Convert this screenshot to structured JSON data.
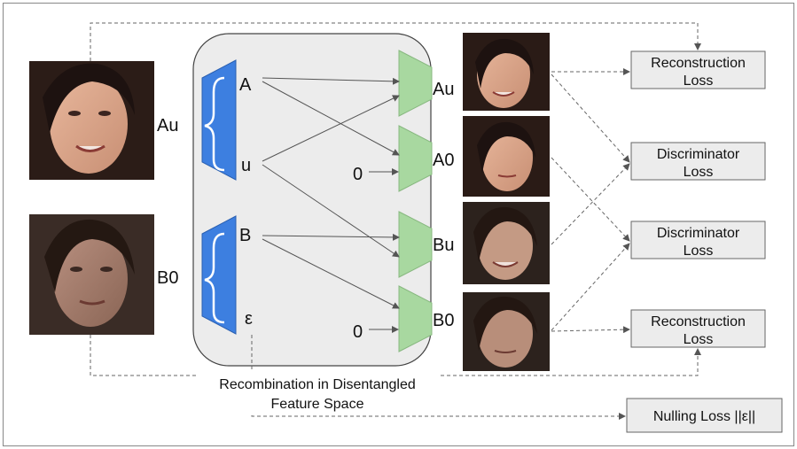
{
  "labels": {
    "input_top": "Au",
    "input_bottom": "B0",
    "enc_top_a": "A",
    "enc_top_u": "u",
    "enc_bottom_b": "B",
    "enc_bottom_eps": "ε",
    "zero_top": "0",
    "zero_bottom": "0",
    "dec_au": "Au",
    "dec_a0": "A0",
    "dec_bu": "Bu",
    "dec_b0": "B0",
    "panel_caption_line1": "Recombination in Disentangled",
    "panel_caption_line2": "Feature Space"
  },
  "losses": {
    "reconstruction_top_line1": "Reconstruction",
    "reconstruction_top_line2": "Loss",
    "discriminator_a_line1": "Discriminator",
    "discriminator_a_line2": "Loss",
    "discriminator_b_line1": "Discriminator",
    "discriminator_b_line2": "Loss",
    "reconstruction_bottom_line1": "Reconstruction",
    "reconstruction_bottom_line2": "Loss",
    "nulling": "Nulling Loss ||ε||"
  },
  "colors": {
    "encoder": "#3d7fe0",
    "decoder": "#a8d8a0",
    "panel": "#ececec",
    "loss_box": "#ececec",
    "arrow": "#555555"
  }
}
